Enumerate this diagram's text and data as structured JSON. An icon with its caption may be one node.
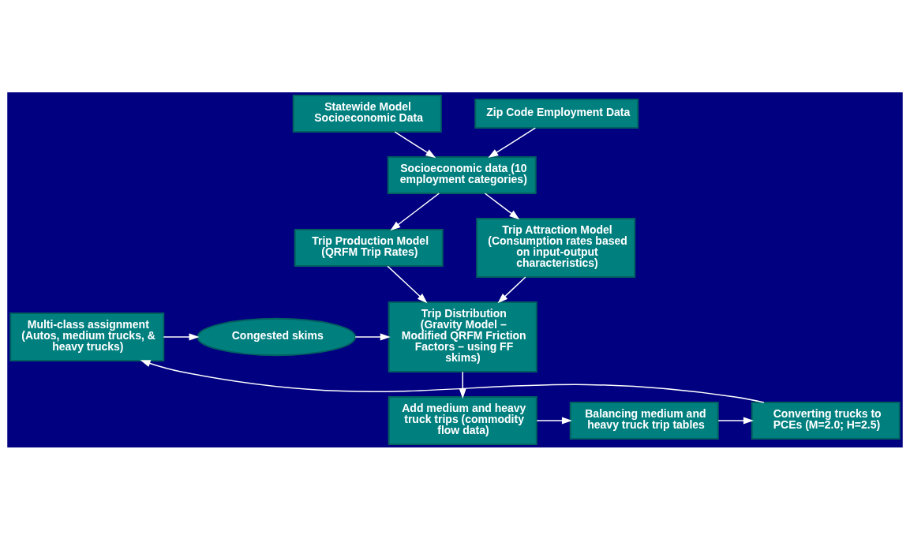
{
  "diagram": {
    "nodes": [
      {
        "text": [
          "Statewide Model Socioeconomic Data"
        ]
      },
      {
        "text": [
          "Zip Code Employment Data"
        ]
      },
      {
        "text": [
          "Socioeconomic data (10 employment categories)"
        ]
      },
      {
        "text": [
          "Trip Production Model (QRFM Trip Rates)"
        ]
      },
      {
        "text": [
          "Trip Attraction Model (Consumption rates based on input-output characteristics)"
        ]
      },
      {
        "text": [
          "Trip Distribution (Gravity Model – Modified QRFM Friction Factors – using FF skims)"
        ]
      },
      {
        "text": [
          "Congested skims"
        ]
      },
      {
        "text": [
          "Multi-class assignment (Autos, medium trucks, & heavy trucks)"
        ]
      },
      {
        "text": [
          "Add medium and heavy truck trips (commodity flow data)"
        ]
      },
      {
        "text": [
          "Balancing medium and heavy truck trip tables"
        ]
      },
      {
        "text": [
          "Converting trucks to PCEs (M=2.0; H=2.5)"
        ]
      }
    ],
    "edges": [
      {
        "from": 0,
        "to": 2,
        "arrow": "to"
      },
      {
        "from": 1,
        "to": 2,
        "arrow": "to"
      },
      {
        "from": 2,
        "to": 3,
        "arrow": "to"
      },
      {
        "from": 2,
        "to": 4,
        "arrow": "to"
      },
      {
        "from": 3,
        "to": 5,
        "arrow": "to"
      },
      {
        "from": 4,
        "to": 5,
        "arrow": "to"
      },
      {
        "from": 5,
        "to": 8,
        "arrow": "to"
      },
      {
        "from": 8,
        "to": 9,
        "arrow": "to"
      },
      {
        "from": 9,
        "to": 10,
        "arrow": "to"
      },
      {
        "from": 10,
        "to": 7,
        "arrow": "to"
      },
      {
        "from": 7,
        "to": 6,
        "arrow": "to"
      },
      {
        "from": 6,
        "to": 5,
        "arrow": "to"
      }
    ]
  }
}
